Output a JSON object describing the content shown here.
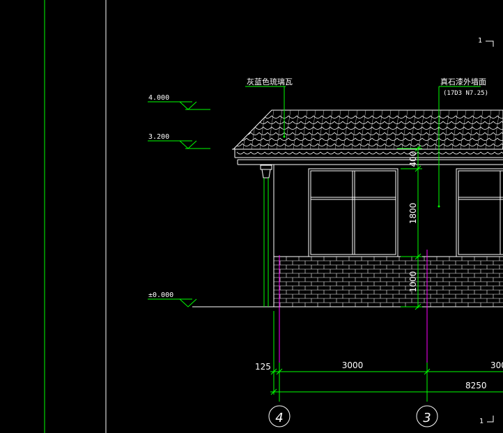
{
  "colors": {
    "background": "#000000",
    "primary_lines": "#ffffff",
    "dimension_lines": "#00ff00",
    "axis_lines": "#ff00ff"
  },
  "section_marks": {
    "top_number": "1",
    "bottom_number": "1"
  },
  "levels": [
    {
      "id": "level-4000",
      "label": "4.000"
    },
    {
      "id": "level-3200",
      "label": "3.200"
    },
    {
      "id": "level-0",
      "label": "±0.000"
    }
  ],
  "callouts": {
    "roof_tile": "灰蓝色琉璃瓦",
    "wall_finish": "真石漆外墙面",
    "wall_finish_ref": "(17D3 N7.25)"
  },
  "dimensions": {
    "vertical_400": "400",
    "vertical_1800": "1800",
    "vertical_1000": "1000",
    "horizontal_125": "125",
    "horizontal_3000": "3000",
    "horizontal_3000_right": "300",
    "horizontal_total": "8250"
  },
  "axes": [
    {
      "id": "axis-4",
      "label": "4"
    },
    {
      "id": "axis-3",
      "label": "3"
    }
  ]
}
